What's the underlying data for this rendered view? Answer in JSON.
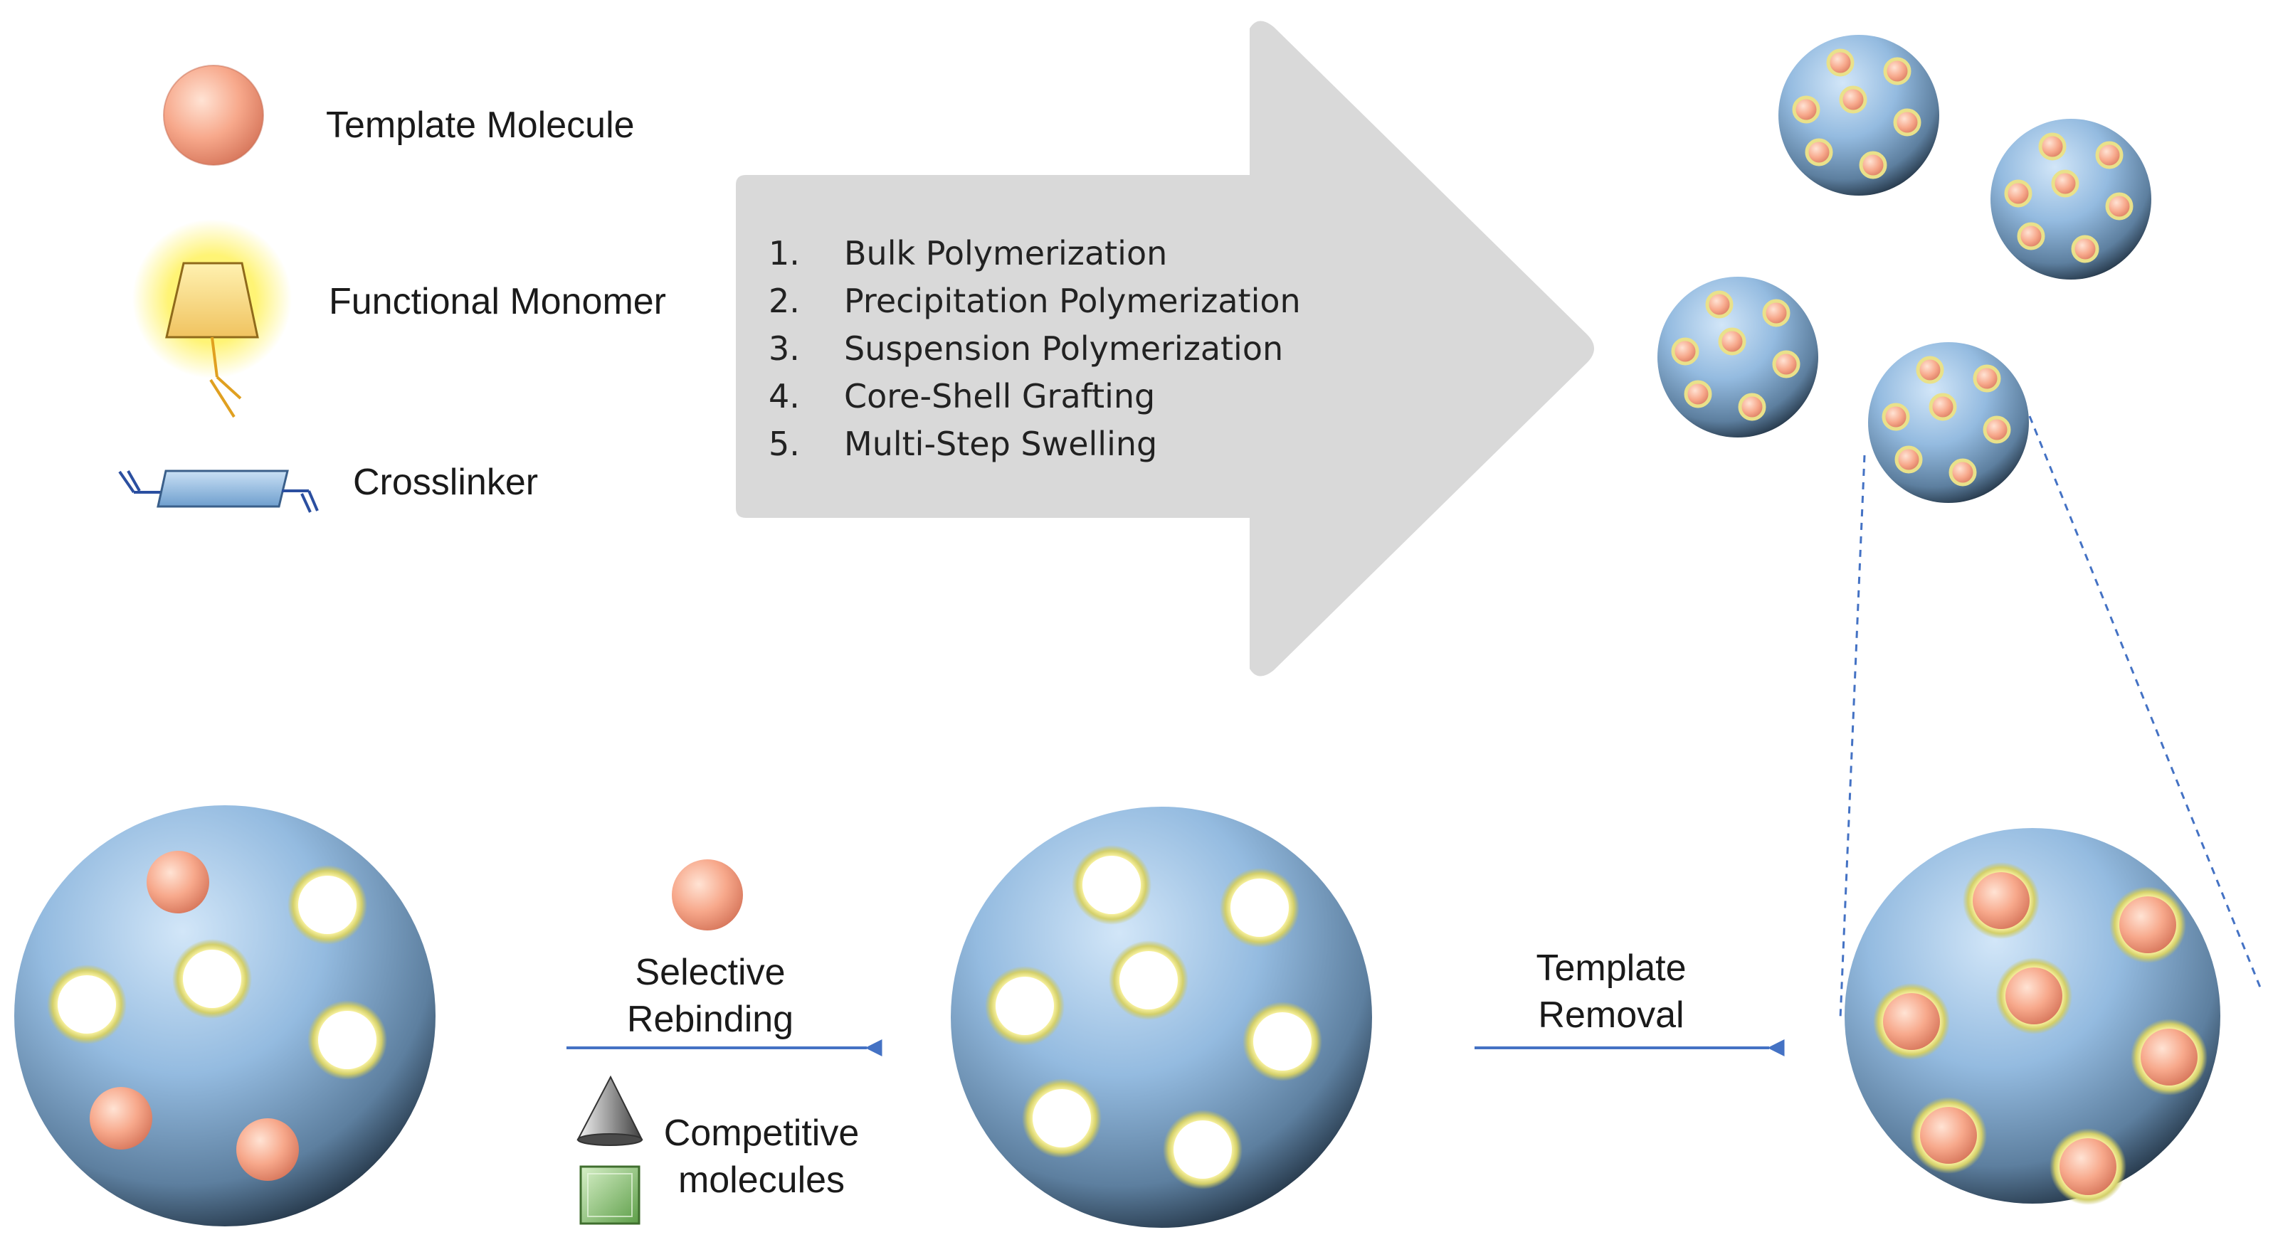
{
  "legend": {
    "template_molecule": "Template Molecule",
    "functional_monomer": "Functional Monomer",
    "crosslinker": "Crosslinker"
  },
  "methods": [
    {
      "num": "1.",
      "label": "Bulk Polymerization"
    },
    {
      "num": "2.",
      "label": "Precipitation Polymerization"
    },
    {
      "num": "3.",
      "label": "Suspension Polymerization"
    },
    {
      "num": "4.",
      "label": "Core-Shell Grafting"
    },
    {
      "num": "5.",
      "label": "Multi-Step Swelling"
    }
  ],
  "steps": {
    "template_removal_line1": "Template",
    "template_removal_line2": "Removal",
    "rebinding_line1": "Selective",
    "rebinding_line2": "Rebinding",
    "competitive_line1": "Competitive",
    "competitive_line2": "molecules"
  },
  "colors": {
    "template": "#f4a58a",
    "sphere": "#8db4dc",
    "arrow": "#d9d9d9",
    "monomer_glow": "#fff06a",
    "flow_arrow": "#4472c4",
    "competitive_cube": "#7fbf6a"
  }
}
